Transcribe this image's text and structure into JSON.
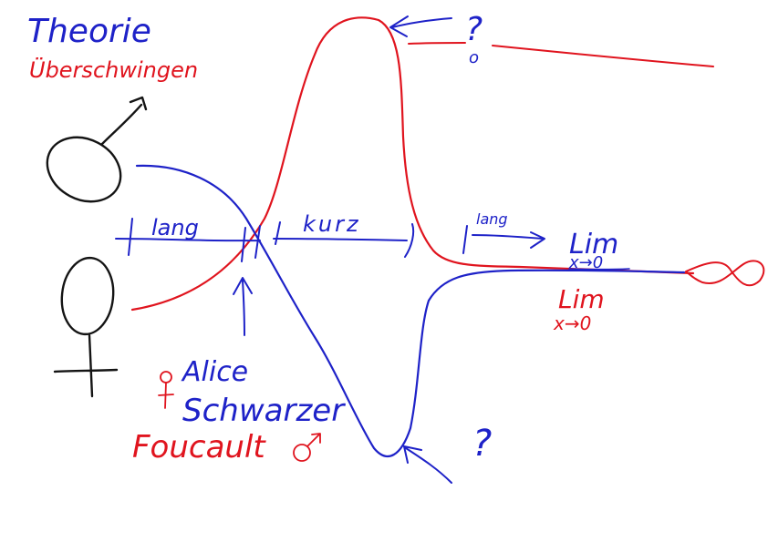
{
  "colors": {
    "blue": "#1e22c8",
    "red": "#e0141e",
    "black": "#141414",
    "background": "#ffffff"
  },
  "annotations": {
    "theory": "Theorie",
    "overshoot": "Überschwingen",
    "question_top": "?",
    "question_bottom": "?",
    "long_left": "lang",
    "short": "kurz",
    "long_right": "lang",
    "limit_blue": "Lim",
    "limit_blue_sub": "x→0",
    "limit_red": "Lim",
    "limit_red_sub": "x→0",
    "name_alice": "Alice",
    "name_schwarzer": "Schwarzer",
    "name_foucault": "Foucault"
  },
  "icons": {
    "male": "male-symbol-icon",
    "female": "female-symbol-icon",
    "small_female": "small-female-symbol-icon",
    "small_male": "small-male-symbol-icon",
    "infinity": "infinity-icon"
  }
}
